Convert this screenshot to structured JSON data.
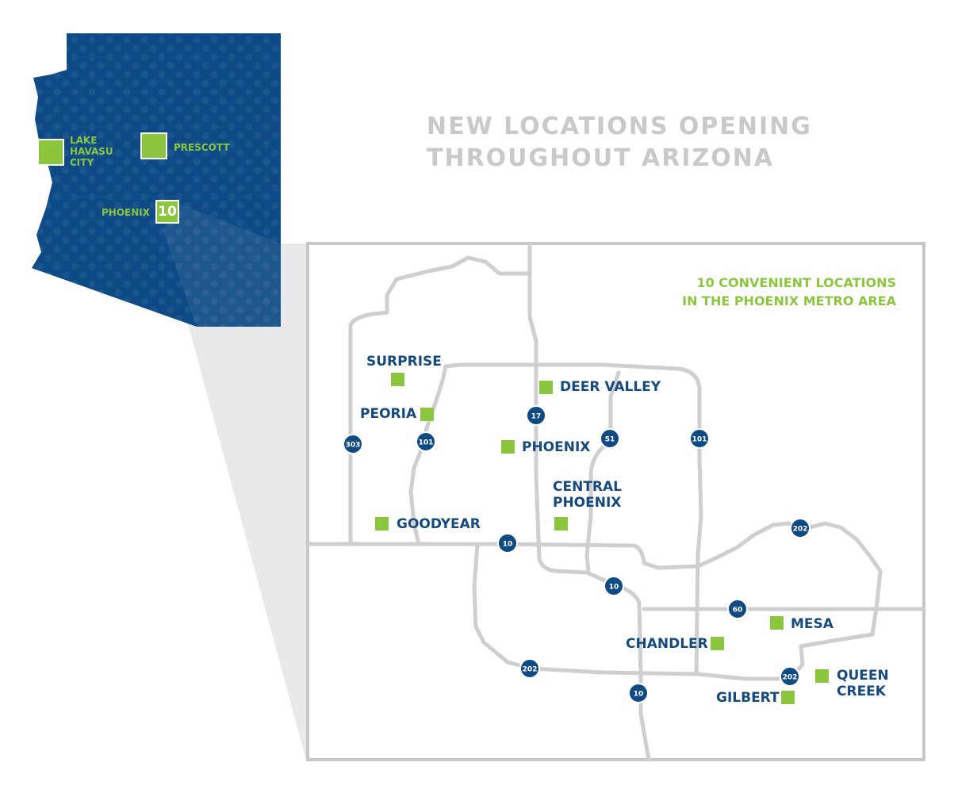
{
  "headline": {
    "line1": "NEW LOCATIONS OPENING",
    "line2": "THROUGHOUT ARIZONA"
  },
  "metro_heading": {
    "line1": "10 CONVENIENT LOCATIONS",
    "line2": "IN THE PHOENIX METRO AREA"
  },
  "state_map": {
    "cities": [
      {
        "name_lines": [
          "LAKE",
          "HAVASU",
          "CITY"
        ]
      },
      {
        "name_lines": [
          "PRESCOTT"
        ]
      },
      {
        "name_lines": [
          "PHOENIX"
        ],
        "count": "10"
      }
    ]
  },
  "metro_locations": [
    {
      "lines": [
        "SURPRISE"
      ]
    },
    {
      "lines": [
        "PEORIA"
      ]
    },
    {
      "lines": [
        "DEER VALLEY"
      ]
    },
    {
      "lines": [
        "PHOENIX"
      ]
    },
    {
      "lines": [
        "CENTRAL",
        "PHOENIX"
      ]
    },
    {
      "lines": [
        "GOODYEAR"
      ]
    },
    {
      "lines": [
        "MESA"
      ]
    },
    {
      "lines": [
        "CHANDLER"
      ]
    },
    {
      "lines": [
        "QUEEN",
        "CREEK"
      ]
    },
    {
      "lines": [
        "GILBERT"
      ]
    }
  ],
  "highway_shields": [
    "303",
    "101",
    "17",
    "51",
    "101",
    "202",
    "10",
    "10",
    "60",
    "202",
    "202",
    "10"
  ],
  "colors": {
    "state_fill": "#0d4a86",
    "marker_green": "#8cc63f",
    "city_label_blue": "#174a7c",
    "road_gray": "#cfcfd1",
    "frame_gray": "#c8c8ca",
    "headline_gray": "#c9c9c9",
    "zoom_wedge": "#e9e9ec",
    "shield_blue": "#0f4a83"
  },
  "icons": {
    "marker": "square-location-marker",
    "shield": "highway-shield-icon"
  }
}
